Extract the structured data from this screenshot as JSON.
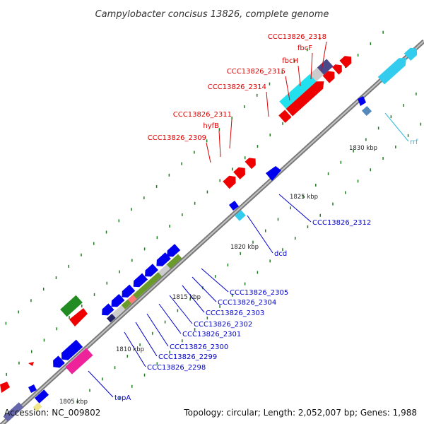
{
  "title": "Campylobacter concisus 13826, complete genome",
  "footer": {
    "accession": "Accession: NC_009802",
    "summary": "Topology: circular; Length: 2,052,007 bp; Genes: 1,988"
  },
  "colors": {
    "backbone": "#8c8c8c",
    "tick": "#1f7a1f",
    "forward_gene": "#ee0000",
    "reverse_gene": "#0000ee",
    "rrna_gene": "#33ccee",
    "label_red": "#dd0000",
    "label_blue": "#0000cc",
    "label_cyan": "#33bbdd"
  },
  "scale_ticks": [
    {
      "id": "1805",
      "label": "1805 kbp"
    },
    {
      "id": "1810",
      "label": "1810 kbp"
    },
    {
      "id": "1815",
      "label": "1815 kbp"
    },
    {
      "id": "1820",
      "label": "1820 kbp"
    },
    {
      "id": "1825",
      "label": "1825 kbp"
    },
    {
      "id": "1830",
      "label": "1830 kbp"
    }
  ],
  "gene_labels_top": [
    {
      "id": "ccc2318",
      "label": "CCC13826_2318"
    },
    {
      "id": "fbcF",
      "label": "fbcF"
    },
    {
      "id": "fbcH",
      "label": "fbcH"
    },
    {
      "id": "ccc2315",
      "label": "CCC13826_2315"
    },
    {
      "id": "ccc2314",
      "label": "CCC13826_2314"
    },
    {
      "id": "ccc2311",
      "label": "CCC13826_2311"
    },
    {
      "id": "hyfB",
      "label": "hyfB"
    },
    {
      "id": "ccc2309",
      "label": "CCC13826_2309"
    }
  ],
  "gene_labels_bottom": [
    {
      "id": "ccc2312",
      "label": "CCC13826_2312"
    },
    {
      "id": "dcd",
      "label": "dcd"
    },
    {
      "id": "ccc2305",
      "label": "CCC13826_2305"
    },
    {
      "id": "ccc2304",
      "label": "CCC13826_2304"
    },
    {
      "id": "ccc2303",
      "label": "CCC13826_2303"
    },
    {
      "id": "ccc2302",
      "label": "CCC13826_2302"
    },
    {
      "id": "ccc2301",
      "label": "CCC13826_2301"
    },
    {
      "id": "ccc2300",
      "label": "CCC13826_2300"
    },
    {
      "id": "ccc2299",
      "label": "CCC13826_2299"
    },
    {
      "id": "ccc2298",
      "label": "CCC13826_2298"
    },
    {
      "id": "topA",
      "label": "topA"
    },
    {
      "id": "rrf",
      "label": "rrf"
    }
  ]
}
